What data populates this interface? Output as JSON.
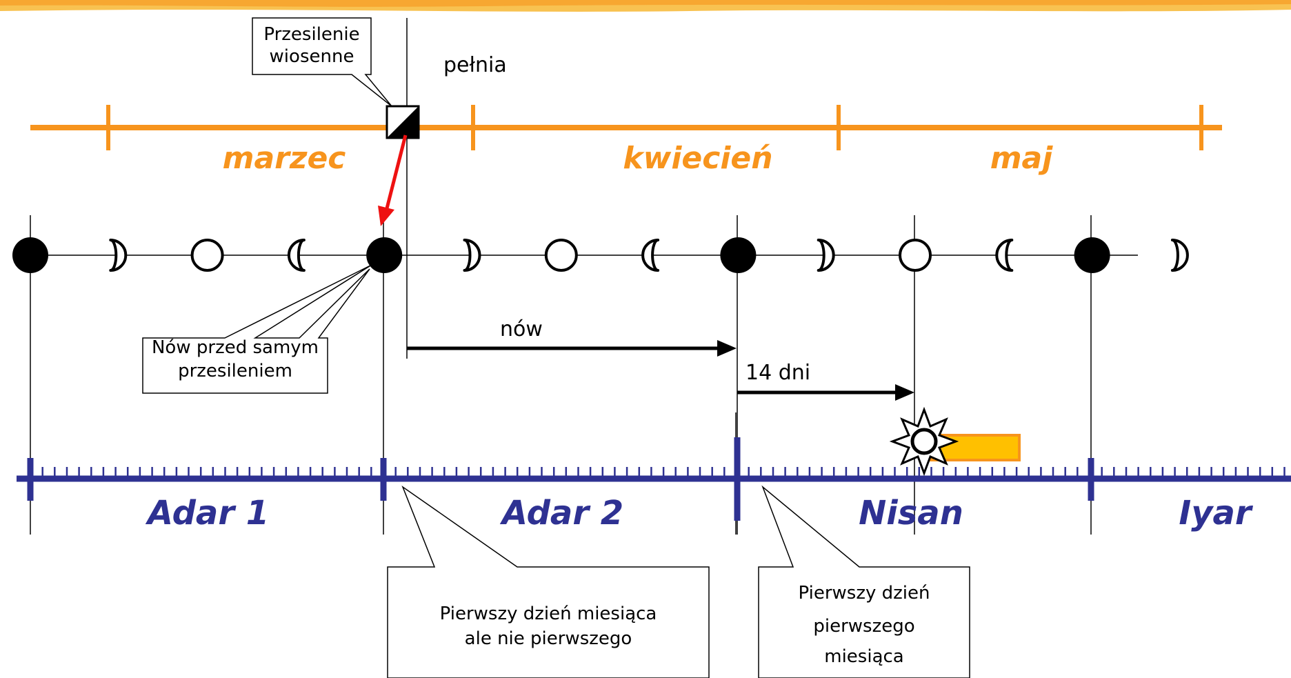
{
  "colors": {
    "gregorian": "#F7941D",
    "hebrew": "#2E3192",
    "arrow_red": "#EE1111",
    "passover_bar": "#FFC000",
    "black": "#000000"
  },
  "callouts": {
    "equinox": [
      "Przesilenie",
      "wiosenne"
    ],
    "new_moon": [
      "Nów przed samym",
      "przesileniem"
    ],
    "first_day_not_first": [
      "Pierwszy dzień miesiąca",
      "ale nie pierwszego"
    ],
    "first_day_first": [
      "Pierwszy dzień",
      "pierwszego",
      "miesiąca"
    ]
  },
  "labels": {
    "full_moon": "pełnia",
    "new_moon_arrow": "nów",
    "fourteen_days": "14 dni"
  },
  "gregorian_months": [
    "marzec",
    "kwiecień",
    "maj"
  ],
  "hebrew_months": [
    "Adar 1",
    "Adar 2",
    "Nisan",
    "Iyar"
  ],
  "moon_phases": [
    "new-moon",
    "first-quarter",
    "full-moon",
    "last-quarter",
    "new-moon",
    "first-quarter",
    "full-moon",
    "last-quarter",
    "new-moon",
    "first-quarter",
    "full-moon",
    "last-quarter",
    "new-moon",
    "first-quarter"
  ],
  "icons": {
    "equinox": "equinox-square-icon",
    "sun": "sun-icon",
    "arrow": "arrow-icon"
  }
}
